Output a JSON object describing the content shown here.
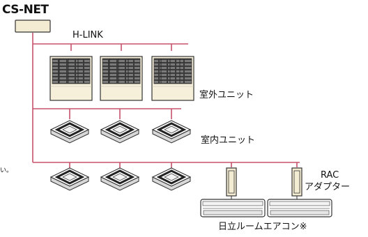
{
  "labels": {
    "title": "CS-NET",
    "hlink": "H-LINK",
    "outdoor_unit": "室外ユニット",
    "indoor_unit": "室内ユニット",
    "rac_adapter_line1": "RAC",
    "rac_adapter_line2": "アダプター",
    "room_aircon": "日立ルームエアコン※",
    "left_edge_fragment": "い。"
  },
  "colors": {
    "network_line": "#c6526a",
    "unit_outline": "#333333",
    "outdoor_body": "#f6efd9",
    "grille": "#3a3a3a",
    "cassette_face": "#ffffff",
    "controller_fill": "#f4ecd2",
    "adapter_fill": "#f4ecd2"
  }
}
